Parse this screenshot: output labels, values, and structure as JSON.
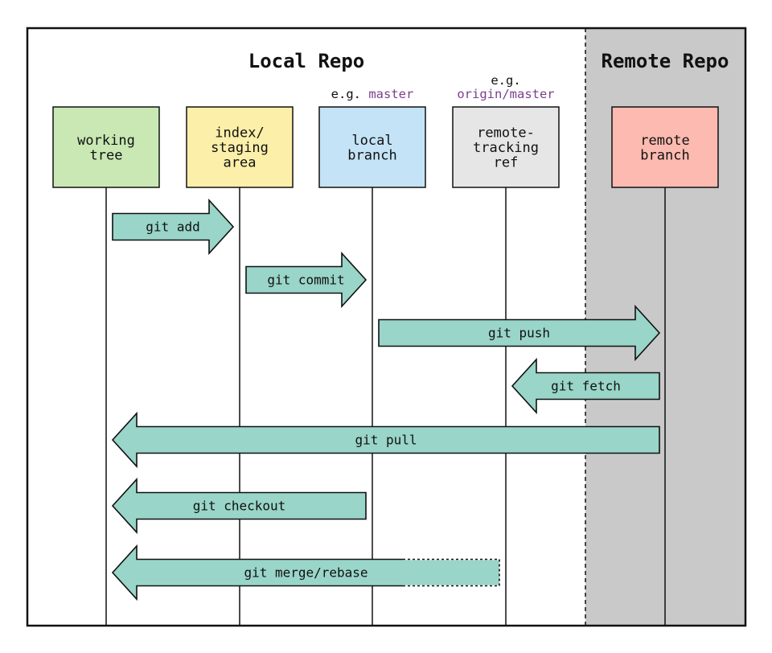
{
  "titles": {
    "local": "Local Repo",
    "remote": "Remote Repo"
  },
  "examples": {
    "local_branch": {
      "prefix": "e.g.",
      "name": "master"
    },
    "remote_tracking": {
      "prefix": "e.g.",
      "name": "origin/master"
    }
  },
  "boxes": [
    {
      "id": "working-tree",
      "lines": [
        "working",
        "tree"
      ],
      "color": "#c9e8b3"
    },
    {
      "id": "staging-area",
      "lines": [
        "index/",
        "staging",
        "area"
      ],
      "color": "#fcefa9"
    },
    {
      "id": "local-branch",
      "lines": [
        "local",
        "branch"
      ],
      "color": "#c4e3f6"
    },
    {
      "id": "remote-tracking-ref",
      "lines": [
        "remote-",
        "tracking",
        "ref"
      ],
      "color": "#e6e6e6"
    },
    {
      "id": "remote-branch",
      "lines": [
        "remote",
        "branch"
      ],
      "color": "#fdbab0"
    }
  ],
  "commands": [
    {
      "id": "git-add",
      "label": "git add",
      "from": "working-tree",
      "to": "staging-area",
      "dashed": false
    },
    {
      "id": "git-commit",
      "label": "git commit",
      "from": "staging-area",
      "to": "local-branch",
      "dashed": false
    },
    {
      "id": "git-push",
      "label": "git push",
      "from": "local-branch",
      "to": "remote-branch",
      "dashed": false
    },
    {
      "id": "git-fetch",
      "label": "git fetch",
      "from": "remote-branch",
      "to": "remote-tracking-ref",
      "dashed": false
    },
    {
      "id": "git-pull",
      "label": "git pull",
      "from": "remote-branch",
      "to": "working-tree",
      "dashed": false
    },
    {
      "id": "git-checkout",
      "label": "git checkout",
      "from": "local-branch",
      "to": "working-tree",
      "dashed": false
    },
    {
      "id": "git-merge-rebase",
      "label": "git merge/rebase",
      "from": "remote-tracking-ref",
      "to": "working-tree",
      "dashed": true
    }
  ],
  "colors": {
    "arrow_fill": "#99d5c8",
    "remote_region": "#c9c9c9",
    "stroke": "#111111"
  }
}
